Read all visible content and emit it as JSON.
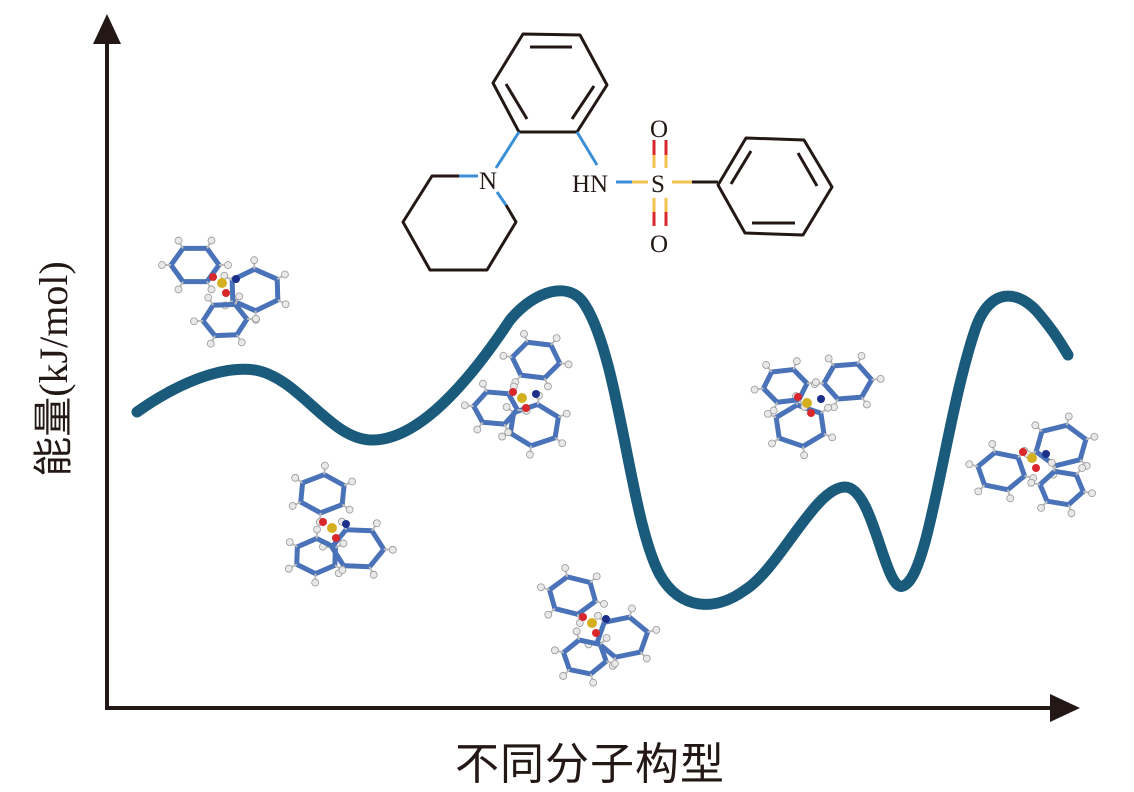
{
  "axes": {
    "y_label": "能量(kJ/mol)",
    "x_label": "不同分子构型"
  },
  "structure": {
    "atoms": {
      "n_piperidine": "N",
      "nh": "HN",
      "s": "S",
      "o_top": "O",
      "o_bottom": "O"
    }
  },
  "colors": {
    "curve": "#1a5a7a",
    "axis": "#231815",
    "bond": "#231815",
    "n_bond": "#3a8fd6",
    "s_bond": "#f2c14e",
    "o_bond": "#d8282c",
    "stick": "#4a72b8",
    "hydrogen": "#e8e8e8"
  },
  "conformers": [
    "conformer-1",
    "conformer-2",
    "conformer-3",
    "conformer-4",
    "conformer-5",
    "conformer-6"
  ]
}
